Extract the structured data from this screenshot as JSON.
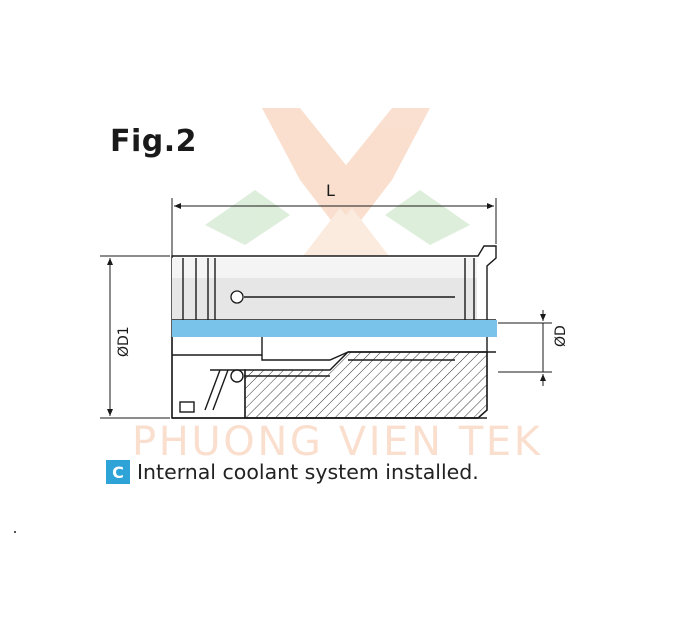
{
  "figure": {
    "title": "Fig.2",
    "dimension_labels": {
      "length": "L",
      "outer_diameter": "ØD1",
      "inner_diameter": "ØD"
    }
  },
  "caption": {
    "badge": "C",
    "text": "Internal coolant system installed."
  },
  "watermark": {
    "text": "PHUONG VIEN TEK"
  },
  "colors": {
    "coolant_band": "#79c3ea",
    "badge": "#2ea3d8",
    "line": "#1a1a1a",
    "watermark": "#f2a577"
  }
}
